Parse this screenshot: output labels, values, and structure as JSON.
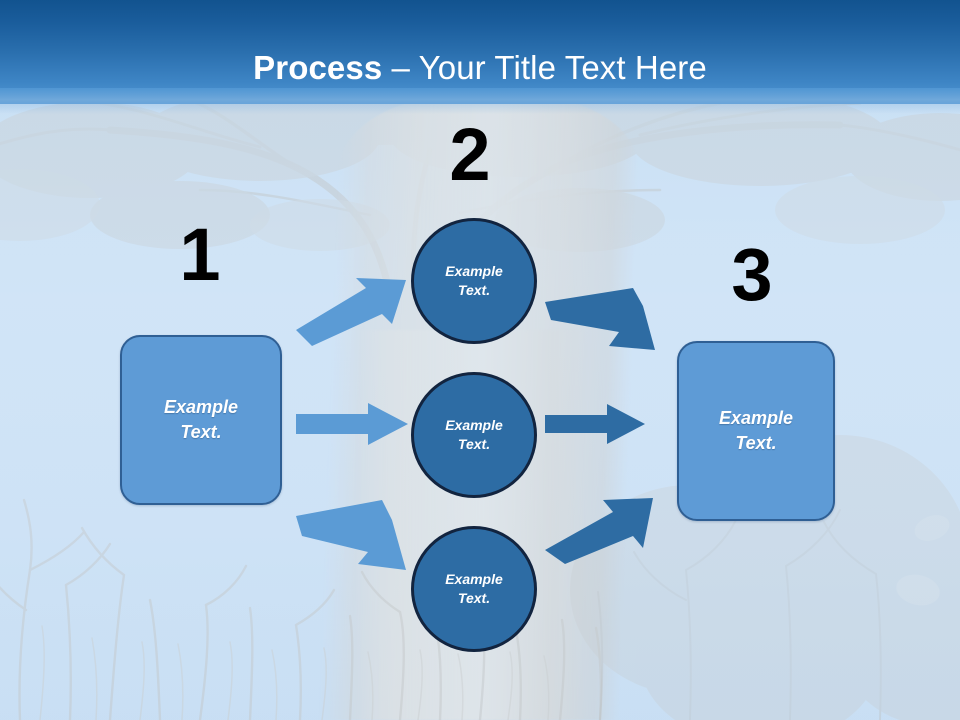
{
  "slide": {
    "title_bold": "Process",
    "title_rest": " – Your Title Text Here",
    "background_description": "faded baobab tree photo"
  },
  "colors": {
    "header_top": "#12538F",
    "header_bottom": "#5197D4",
    "box_fill": "#5E9BD6",
    "box_border": "#2F5F94",
    "circle_fill": "#2D6CA4",
    "circle_border": "#12243F",
    "arrow_light": "#5B9BD5",
    "arrow_dark": "#2E6CA3",
    "number_color": "#000000",
    "shape_text": "#FFFFFF",
    "background_sky": "#CFE3F6"
  },
  "steps": [
    {
      "number": "1",
      "label": "Example\nText.",
      "line1": "Example",
      "line2": "Text."
    },
    {
      "number": "2",
      "label": "Example\nText.",
      "line1": "Example",
      "line2": "Text."
    },
    {
      "number": "3",
      "label": "Example\nText.",
      "line1": "Example",
      "line2": "Text."
    }
  ],
  "circles": [
    {
      "line1": "Example",
      "line2": "Text."
    },
    {
      "line1": "Example",
      "line2": "Text."
    },
    {
      "line1": "Example",
      "line2": "Text."
    }
  ],
  "arrows": {
    "left": [
      {
        "name": "arrow-left-to-top-circle",
        "direction": "up-right",
        "color": "#5B9BD5"
      },
      {
        "name": "arrow-left-to-middle-circle",
        "direction": "right",
        "color": "#5B9BD5"
      },
      {
        "name": "arrow-left-to-bottom-circle",
        "direction": "down-right",
        "color": "#5B9BD5"
      }
    ],
    "right": [
      {
        "name": "arrow-top-circle-to-right",
        "direction": "down-right",
        "color": "#2E6CA3"
      },
      {
        "name": "arrow-middle-circle-to-right",
        "direction": "right",
        "color": "#2E6CA3"
      },
      {
        "name": "arrow-bottom-circle-to-right",
        "direction": "up-right",
        "color": "#2E6CA3"
      }
    ]
  }
}
